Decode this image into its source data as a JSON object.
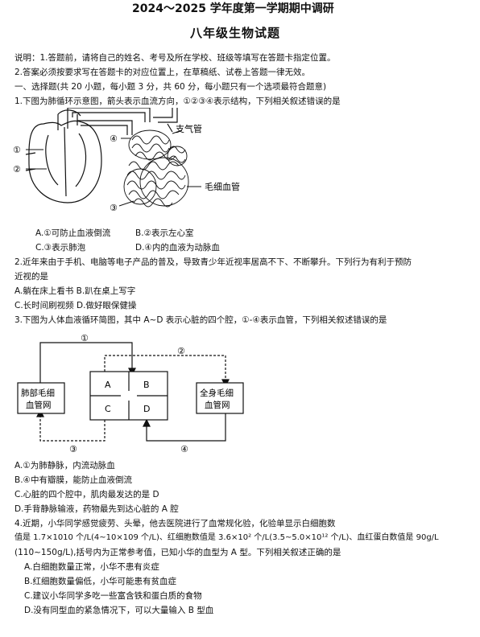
{
  "header": {
    "title": "2024～2025 学年度第一学期期中调研",
    "subtitle": "八年级生物试题"
  },
  "instructions": {
    "line1": "说明：1.答题前，请将自己的姓名、考号及所在学校、班级等填写在答题卡指定位置。",
    "line2": "2.答案必须按要求写在答题卡的对应位置上，在草稿纸、试卷上答题一律无效。"
  },
  "section1": {
    "heading": "一、选择题(共 20 小题，每小题 3 分，共 60 分，每小题只有一个选项最符合题意)"
  },
  "q1": {
    "stem": "1.下图为肺循环示意图，箭头表示血流方向，①②③④表示结构，下列相关叙述错误的是",
    "diagram": {
      "label1": "①",
      "label2": "②",
      "label3": "③",
      "label4": "④",
      "trachea": "支气管",
      "capillary": "毛细血管"
    },
    "optA": "A.①可防止血液倒流",
    "optB": "B.②表示左心室",
    "optC": "C.③表示肺泡",
    "optD": "D.④内的血液为动脉血"
  },
  "q2": {
    "stem1": "2.近年来由于手机、电脑等电子产品的普及，导致青少年近视率居高不下、不断攀升。下列行为有利于预防",
    "stem2": "近视的是",
    "optAB": "A.躺在床上看书 B.趴在桌上写字",
    "optC": "C.长时间刷视频 D.做好眼保健操"
  },
  "q3": {
    "stem": "3.下图为人体血液循环简图，其中 A~D 表示心脏的四个腔，①-④表示血管，下列相关叙述错误的是",
    "diagram": {
      "lung_line1": "肺部毛细",
      "lung_line2": "血管网",
      "body_line1": "全身毛细",
      "body_line2": "血管网",
      "A": "A",
      "B": "B",
      "C": "C",
      "D": "D",
      "v1": "①",
      "v2": "②",
      "v3": "③",
      "v4": "④"
    },
    "optA": "A.①为肺静脉，内流动脉血",
    "optB": "B.④中有瓣膜，能防止血液倒流",
    "optC": "C.心脏的四个腔中，肌肉最发达的是 D",
    "optD": "D.手背静脉输液，药物最先到达心脏的 A 腔"
  },
  "q4": {
    "stem1": "4.近期，小华同学感觉疲劳、头晕，他去医院进行了血常规化验，化验单显示白细胞数",
    "stem2": "值是 1.7×1010 个/L(4~10×109 个/L)、红细胞数值是 3.6×10² 个/L(3.5~5.0×10¹² 个/L)、血红蛋白数值是 90g/L",
    "stem3": "(110~150g/L),括号内为正常参考值，已知小华的血型为 A 型。下列相关叙述正确的是",
    "optA": "A.白细胞数量正常，小华不患有炎症",
    "optB": "B.红细胞数量偏低，小华可能患有贫血症",
    "optC": "C.建议小华同学多吃一些富含铁和蛋白质的食物",
    "optD": "D.没有同型血的紧急情况下，可以大量输入 B 型血"
  }
}
